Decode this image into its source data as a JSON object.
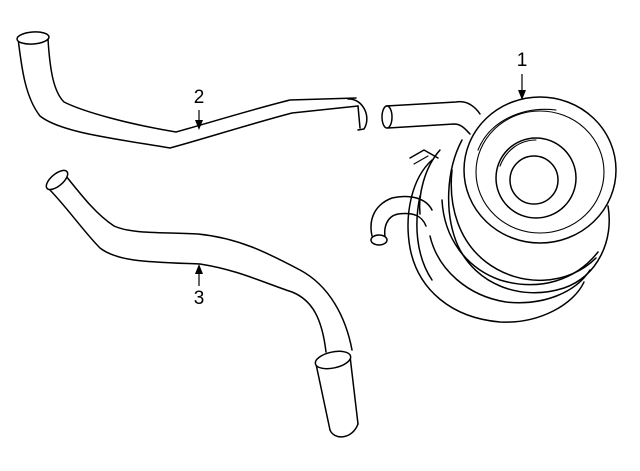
{
  "callouts": [
    {
      "id": "1",
      "label": "1",
      "part": "oil-cooler"
    },
    {
      "id": "2",
      "label": "2",
      "part": "upper-hose"
    },
    {
      "id": "3",
      "label": "3",
      "part": "lower-hose"
    }
  ],
  "colors": {
    "line": "#000000",
    "background": "#ffffff"
  }
}
